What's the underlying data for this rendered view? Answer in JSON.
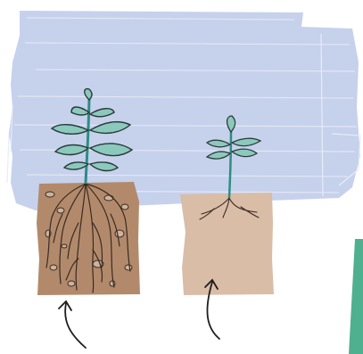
{
  "illustration": {
    "sky_color": "#c6d1ec",
    "sky_scribble_color": "#e8ecf7",
    "rich_soil_color": "#b28a6b",
    "poor_soil_color": "#d9bda7",
    "leaf_color": "#8cc9bd",
    "leaf_outline_color": "#2b3b3a",
    "stem_color": "#2e8c82",
    "root_color": "#3a2a22",
    "accent_bar_color": "#4fb08f"
  },
  "plants": [
    {
      "name": "large-plant",
      "soil": "rich",
      "icon": "curved-arrow-icon"
    },
    {
      "name": "small-plant",
      "soil": "poor",
      "icon": "curved-arrow-icon"
    }
  ]
}
